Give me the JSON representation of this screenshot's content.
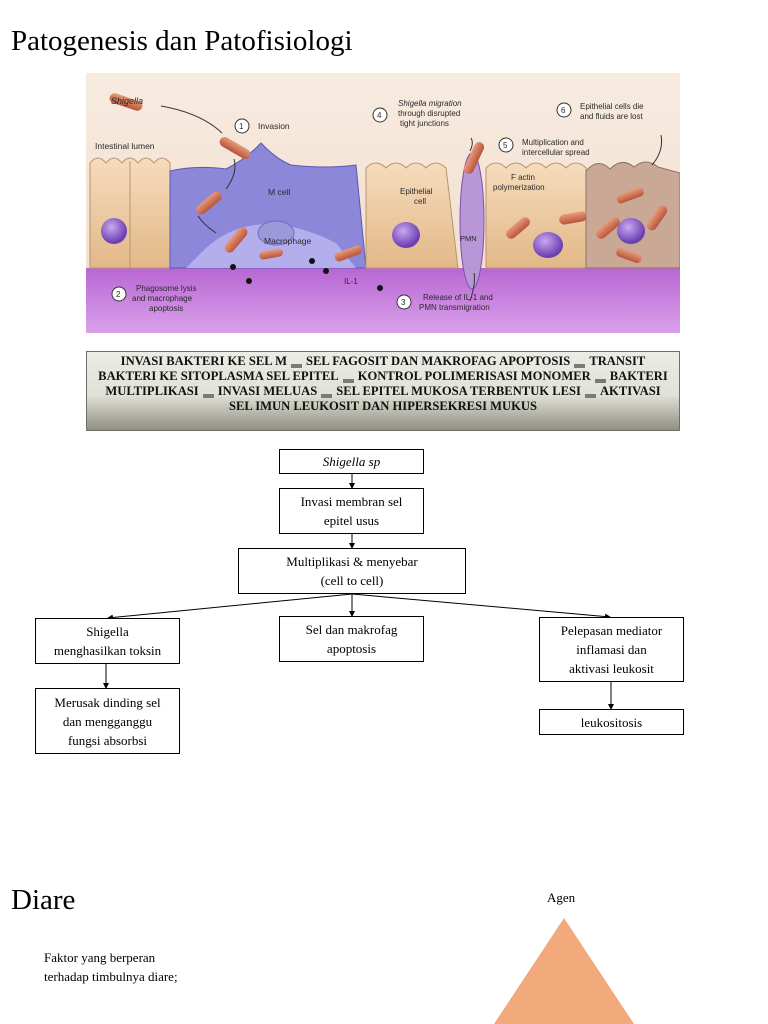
{
  "page": {
    "title": "Patogenesis dan Patofisiologi"
  },
  "figure": {
    "labels": {
      "shigella": "Shigella",
      "intestinal_lumen": "Intestinal lumen",
      "step1": "1",
      "invasion": "Invasion",
      "m_cell": "M cell",
      "macrophage": "Macrophage",
      "il1": "IL-1",
      "step2": "2",
      "step2_text": [
        "Phagosome lysis",
        "and macrophage",
        "apoptosis"
      ],
      "step3": "3",
      "step3_text": [
        "Release of IL-1 and",
        "PMN transmigration"
      ],
      "step4": "4",
      "step4_text": [
        "Shigella migration",
        "through disrupted",
        "tight junctions"
      ],
      "step5": "5",
      "step5_text": [
        "Multiplication and",
        "intercellular spread"
      ],
      "step6": "6",
      "step6_text": [
        "Epithelial cells die",
        "and fluids are lost"
      ],
      "epithelial_cell": [
        "Epithelial",
        "cell"
      ],
      "pmn": "PMN",
      "factin": [
        "F actin",
        "polymerization"
      ]
    }
  },
  "summary": {
    "parts": [
      "INVASI BAKTERI KE SEL M",
      "SEL FAGOSIT DAN MAKROFAG APOPTOSIS",
      "TRANSIT BAKTERI KE SITOPLASMA SEL EPITEL",
      "KONTROL POLIMERISASI MONOMER",
      "BAKTERI MULTIPLIKASI",
      "INVASI MELUAS",
      "SEL EPITEL MUKOSA TERBENTUK LESI",
      "AKTIVASI SEL IMUN LEUKOSIT DAN HIPERSEKRESI MUKUS"
    ]
  },
  "flowchart": {
    "shigella_sp": "Shigella sp",
    "invasi": [
      "Invasi membran sel",
      "epitel usus"
    ],
    "multiplikasi": [
      "Multiplikasi & menyebar",
      "(cell to cell)"
    ],
    "toksin": [
      "Shigella",
      "menghasilkan toksin"
    ],
    "apoptosis": [
      "Sel dan makrofag",
      "apoptosis"
    ],
    "mediator": [
      "Pelepasan mediator",
      "inflamasi dan",
      "aktivasi leukosit"
    ],
    "merusak": [
      "Merusak dinding sel",
      "dan mengganggu",
      "fungsi absorbsi"
    ],
    "leukositosis": "leukositosis"
  },
  "diare": {
    "title": "Diare",
    "faktor": [
      "Faktor yang berperan",
      "terhadap timbulnya diare;"
    ],
    "agen_label": "Agen",
    "triangle_color": "#f2aa7c"
  }
}
